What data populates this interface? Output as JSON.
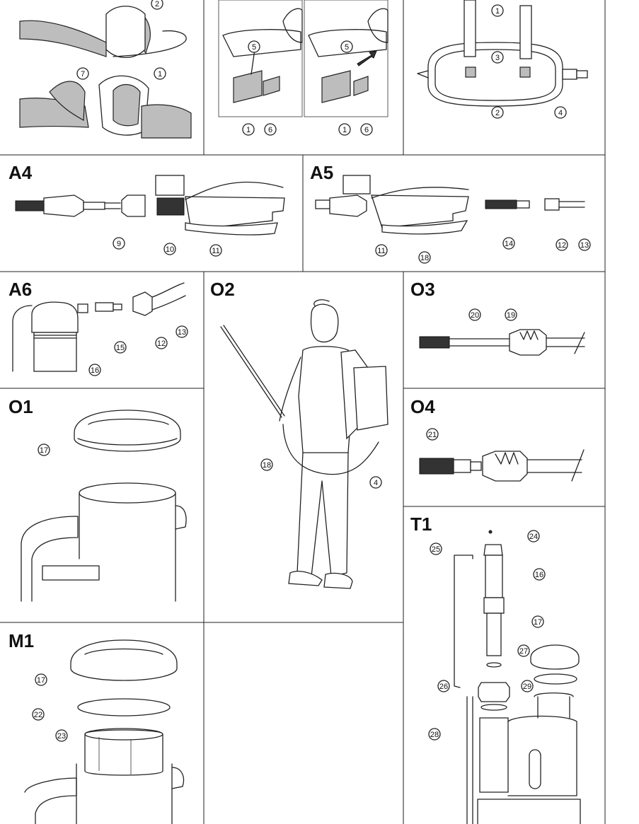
{
  "panels": {
    "A4": "A4",
    "A5": "A5",
    "A6": "A6",
    "O1": "O1",
    "O2": "O2",
    "O3": "O3",
    "O4": "O4",
    "M1": "M1",
    "T1": "T1"
  },
  "callouts": {
    "c1": "1",
    "c2": "2",
    "c3": "3",
    "c4": "4",
    "c5": "5",
    "c6": "6",
    "c7": "7",
    "c9": "9",
    "c10": "10",
    "c11": "11",
    "c12": "12",
    "c13": "13",
    "c14": "14",
    "c15": "15",
    "c16": "16",
    "c17": "17",
    "c18": "18",
    "c19": "19",
    "c20": "20",
    "c21": "21",
    "c22": "22",
    "c23": "23",
    "c24": "24",
    "c25": "25",
    "c26": "26",
    "c27": "27",
    "c28": "28",
    "c29": "29"
  }
}
